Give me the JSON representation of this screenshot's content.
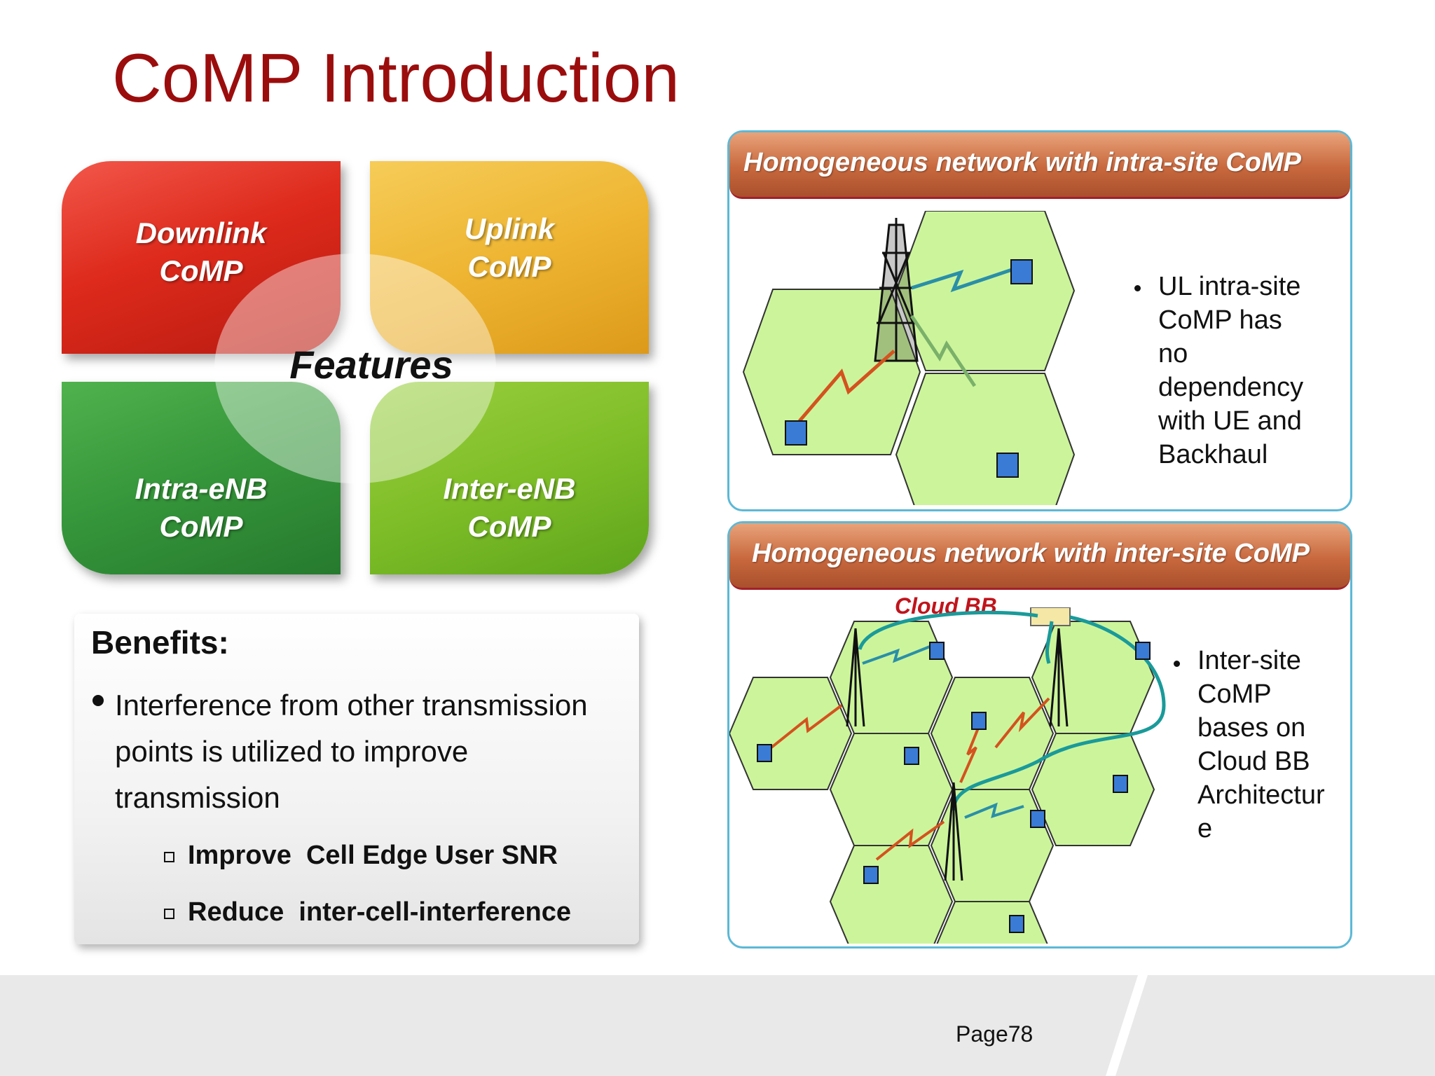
{
  "slide": {
    "title": "CoMP Introduction",
    "page_label": "Page78"
  },
  "features": {
    "center_label": "Features",
    "quadrants": [
      {
        "line1": "Downlink",
        "line2": "CoMP",
        "color": "#dd2a1c"
      },
      {
        "line1": "Uplink",
        "line2": "CoMP",
        "color": "#eeb532"
      },
      {
        "line1": "Intra-eNB",
        "line2": "CoMP",
        "color": "#35953a"
      },
      {
        "line1": "Inter-eNB",
        "line2": "CoMP",
        "color": "#7fbe28"
      }
    ]
  },
  "benefits": {
    "title": "Benefits:",
    "bullet": "Interference from other transmission points is utilized to improve transmission",
    "sub_items": [
      "Improve  Cell Edge User SNR",
      "Reduce  inter-cell-interference"
    ]
  },
  "panels": [
    {
      "title": "Homogeneous network with intra-site CoMP",
      "bullet_lines": [
        "UL intra-site",
        "CoMP has",
        "no",
        "dependency",
        "with UE and",
        "Backhaul"
      ]
    },
    {
      "title": "Homogeneous network with inter-site CoMP",
      "cloud_label": "Cloud BB",
      "bullet_lines": [
        "Inter-site",
        "CoMP",
        "bases on",
        "Cloud BB",
        "Architectur",
        "e"
      ]
    }
  ],
  "colors": {
    "title_red": "#9b0d0d",
    "panel_border": "#5cb8d6",
    "hex_fill": "#ccf59b",
    "backhaul": "#1a9a9a"
  }
}
